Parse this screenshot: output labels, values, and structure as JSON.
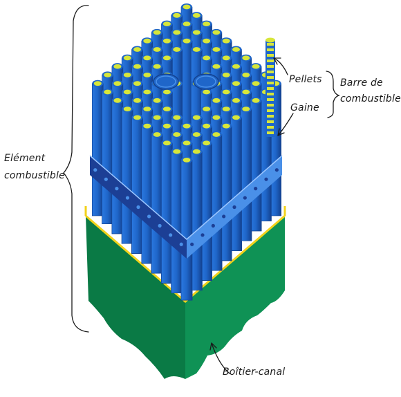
{
  "labels": {
    "element_line1": "Elément",
    "element_line2": "combustible",
    "pellets": "Pellets",
    "gaine": "Gaine",
    "barre_line1": "Barre de",
    "barre_line2": "combustible",
    "boitier": "Boîtier-canal"
  },
  "colors": {
    "rod_blue": "#1f66c9",
    "rod_dark": "#13418f",
    "rod_top": "#d7e63a",
    "band_light": "#4a90e8",
    "band_dark": "#1c3f95",
    "box_green": "#0d8a4f",
    "box_dark": "#066b3c",
    "box_edge": "#f2d21b",
    "line": "#1a1a1a"
  },
  "diagram": {
    "rod_grid": 10,
    "missing_rods": "2 large guide tubes replace central rods"
  }
}
